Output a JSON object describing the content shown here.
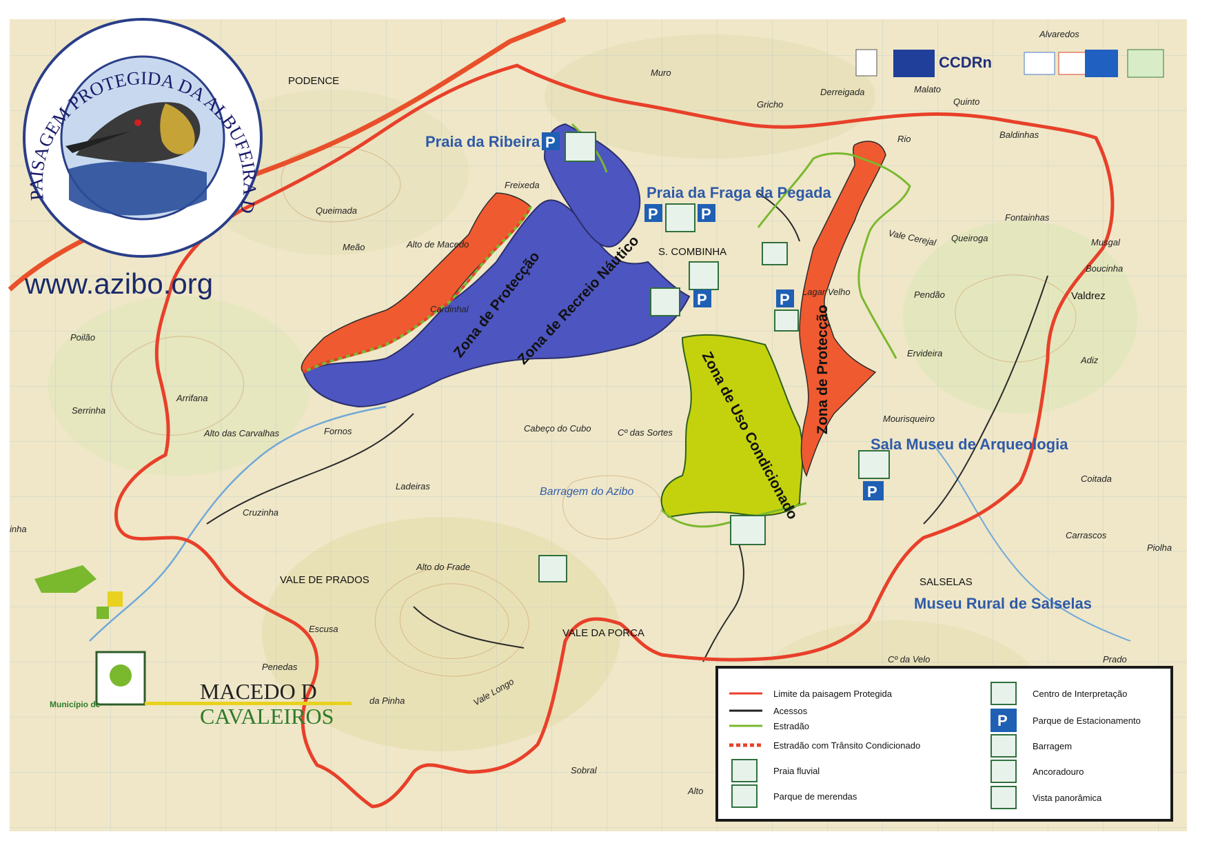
{
  "logo": {
    "ring_text": "PAISAGEM PROTEGIDA DA ALBUFEIRA DO AZIBO"
  },
  "website": "www.azibo.org",
  "municipio": {
    "prefix": "Município de",
    "name_line1": "MACEDO D",
    "name_line2": "CAVALEIROS"
  },
  "partners": {
    "ccdrn": "CCDRn"
  },
  "places": [
    {
      "id": "podence",
      "label": "PODENCE",
      "style": "town"
    },
    {
      "id": "muro",
      "label": "Muro",
      "style": "small"
    },
    {
      "id": "grichó",
      "label": "Gricho",
      "style": "small"
    },
    {
      "id": "derreigada",
      "label": "Derreigada",
      "style": "small"
    },
    {
      "id": "malato",
      "label": "Malato",
      "style": "small"
    },
    {
      "id": "quinto",
      "label": "Quinto",
      "style": "small"
    },
    {
      "id": "alvaredos",
      "label": "Alvaredos",
      "style": "small"
    },
    {
      "id": "combinha",
      "label": "S. COMBINHA",
      "style": "town"
    },
    {
      "id": "freixeda",
      "label": "Freixeda",
      "style": "small"
    },
    {
      "id": "queimada",
      "label": "Queimada",
      "style": "small"
    },
    {
      "id": "meao",
      "label": "Meão",
      "style": "small"
    },
    {
      "id": "altomacedo",
      "label": "Alto de Macedo",
      "style": "small"
    },
    {
      "id": "cardinhal",
      "label": "Cardinhal",
      "style": "small"
    },
    {
      "id": "poilao",
      "label": "Poilão",
      "style": "small"
    },
    {
      "id": "serrinha",
      "label": "Serrinha",
      "style": "small"
    },
    {
      "id": "arrifana",
      "label": "Arrifana",
      "style": "small"
    },
    {
      "id": "altocarvalhas",
      "label": "Alto das Carvalhas",
      "style": "small"
    },
    {
      "id": "fornos",
      "label": "Fornos",
      "style": "small"
    },
    {
      "id": "cabeco",
      "label": "Cabeço do Cubo",
      "style": "small"
    },
    {
      "id": "sortes",
      "label": "Cº das Sortes",
      "style": "small"
    },
    {
      "id": "ladeiras",
      "label": "Ladeiras",
      "style": "small"
    },
    {
      "id": "cruzinha",
      "label": "Cruzinha",
      "style": "small"
    },
    {
      "id": "barragem",
      "label": "Barragem do Azibo",
      "style": "water"
    },
    {
      "id": "valeprados",
      "label": "VALE DE PRADOS",
      "style": "town"
    },
    {
      "id": "altofrade",
      "label": "Alto do Frade",
      "style": "small"
    },
    {
      "id": "escusa",
      "label": "Escusa",
      "style": "small"
    },
    {
      "id": "penedas",
      "label": "Penedas",
      "style": "small"
    },
    {
      "id": "daPinha",
      "label": "da Pinha",
      "style": "small"
    },
    {
      "id": "valeporca",
      "label": "VALE DA PORCA",
      "style": "town"
    },
    {
      "id": "vale_longo",
      "label": "Vale Longo",
      "style": "small"
    },
    {
      "id": "sobral",
      "label": "Sobral",
      "style": "small"
    },
    {
      "id": "alto",
      "label": "Alto",
      "style": "small"
    },
    {
      "id": "fontainhas",
      "label": "Fontainhas",
      "style": "small"
    },
    {
      "id": "queiroga",
      "label": "Queiroga",
      "style": "small"
    },
    {
      "id": "valecerejal",
      "label": "Vale Cerejal",
      "style": "small"
    },
    {
      "id": "lagarvelho",
      "label": "Lagar Velho",
      "style": "small"
    },
    {
      "id": "pendao",
      "label": "Pendão",
      "style": "small"
    },
    {
      "id": "ervideira",
      "label": "Ervideira",
      "style": "small"
    },
    {
      "id": "musgal",
      "label": "Musgal",
      "style": "small"
    },
    {
      "id": "boucinha",
      "label": "Boucinha",
      "style": "small"
    },
    {
      "id": "valdrez",
      "label": "Valdrez",
      "style": "town"
    },
    {
      "id": "adiz",
      "label": "Adiz",
      "style": "small"
    },
    {
      "id": "mourisqueiro",
      "label": "Mourisqueiro",
      "style": "small"
    },
    {
      "id": "coitada",
      "label": "Coitada",
      "style": "small"
    },
    {
      "id": "carrascos",
      "label": "Carrascos",
      "style": "small"
    },
    {
      "id": "piolha",
      "label": "Piolha",
      "style": "small"
    },
    {
      "id": "salselas",
      "label": "SALSELAS",
      "style": "town"
    },
    {
      "id": "velo",
      "label": "Cº da Velo",
      "style": "small"
    },
    {
      "id": "prado",
      "label": "Prado",
      "style": "small"
    },
    {
      "id": "baldinhas",
      "label": "Baldinhas",
      "style": "small"
    },
    {
      "id": "rio",
      "label": "Rio",
      "style": "small"
    },
    {
      "id": "inha",
      "label": "inha",
      "style": "small"
    }
  ],
  "pois": {
    "ribeira": "Praia da Ribeira",
    "fraga": "Praia da Fraga da Pegada",
    "museu_arq": "Sala Museu de Arqueologia",
    "museu_rural": "Museu Rural de Salselas"
  },
  "zones": {
    "protecao_w": "Zona de Protecção",
    "recreio": "Zona de Recreio Náutico",
    "uso": "Zona de Uso Condicionado",
    "protecao_e": "Zona de Protecção"
  },
  "legend": {
    "items": [
      {
        "label": "Limite da paisagem Protegida",
        "color": "#e8402a",
        "kind": "line"
      },
      {
        "label": "Acessos",
        "color": "#222222",
        "kind": "line"
      },
      {
        "label": "Estradão",
        "color": "#7ab82e",
        "kind": "line"
      },
      {
        "label": "Estradão com Trânsito Condicionado",
        "color": "#e8402a",
        "kind": "dashed"
      },
      {
        "label": "Praia fluvial",
        "icon": "beach-icon",
        "kind": "icon"
      },
      {
        "label": "Parque de merendas",
        "icon": "picnic-tree-icon",
        "kind": "icon"
      },
      {
        "label": "Centro de Interpretação",
        "icon": "interpretation-center-icon",
        "kind": "icon"
      },
      {
        "label": "Parque de Estacionamento",
        "icon": "parking-icon",
        "kind": "icon"
      },
      {
        "label": "Barragem",
        "icon": "dam-icon",
        "kind": "icon"
      },
      {
        "label": "Ancoradouro",
        "icon": "pier-icon",
        "kind": "icon"
      },
      {
        "label": "Vista panorâmica",
        "icon": "binoculars-icon",
        "kind": "icon"
      }
    ]
  },
  "parking_letter": "P",
  "colors": {
    "boundary": "#e8402a",
    "protection": "#f05a30",
    "recreation": "#4d55c0",
    "conditioned": "#c4d20e",
    "track": "#7ab82e",
    "poi_text": "#2f5aa8"
  }
}
